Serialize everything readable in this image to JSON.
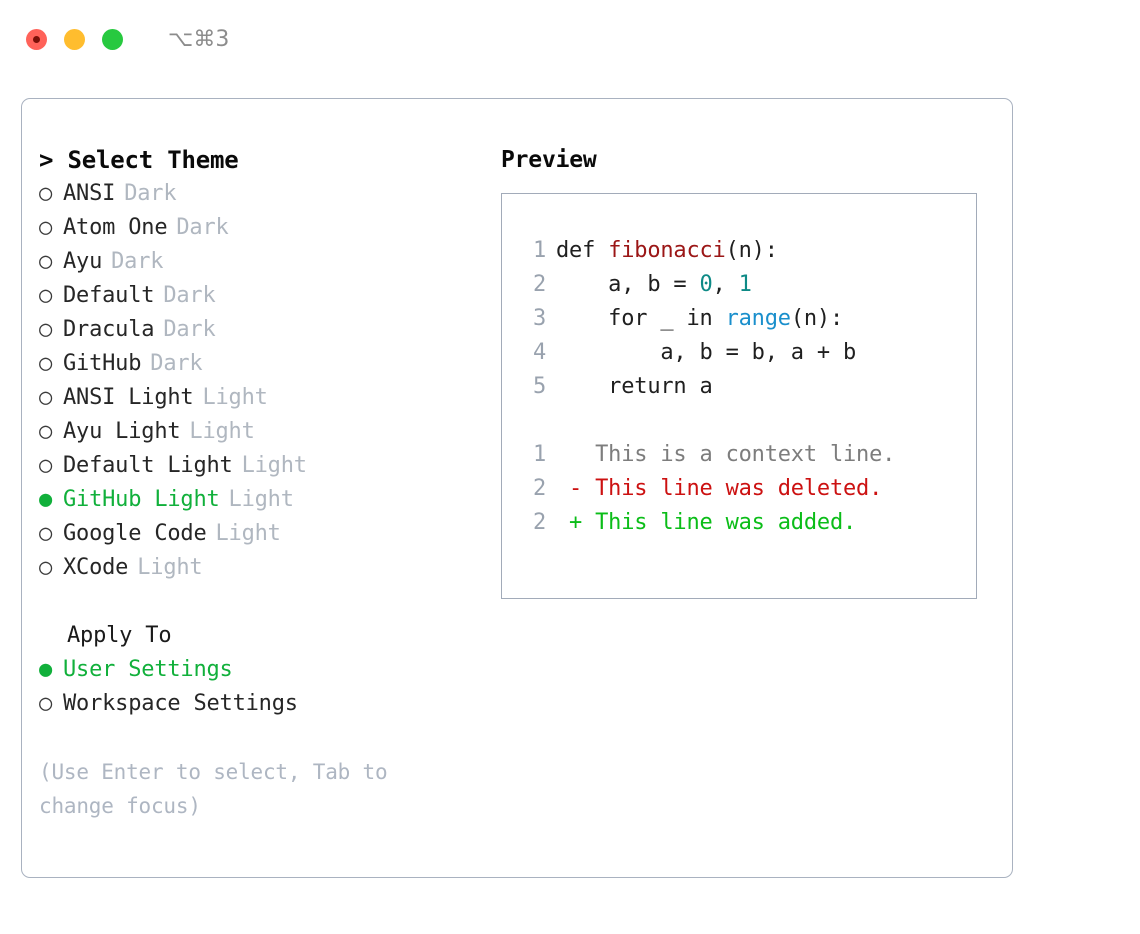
{
  "titlebar": {
    "traffic_lights": [
      "close-button",
      "minimize-button",
      "maximize-button"
    ],
    "shortcut": "⌥⌘3"
  },
  "left": {
    "heading": "> Select Theme",
    "themes": [
      {
        "name": "ANSI",
        "category": "Dark",
        "selected": false
      },
      {
        "name": "Atom One",
        "category": "Dark",
        "selected": false
      },
      {
        "name": "Ayu",
        "category": "Dark",
        "selected": false
      },
      {
        "name": "Default",
        "category": "Dark",
        "selected": false
      },
      {
        "name": "Dracula",
        "category": "Dark",
        "selected": false
      },
      {
        "name": "GitHub",
        "category": "Dark",
        "selected": false
      },
      {
        "name": "ANSI Light",
        "category": "Light",
        "selected": false
      },
      {
        "name": "Ayu Light",
        "category": "Light",
        "selected": false
      },
      {
        "name": "Default Light",
        "category": "Light",
        "selected": false
      },
      {
        "name": "GitHub Light",
        "category": "Light",
        "selected": true
      },
      {
        "name": "Google Code",
        "category": "Light",
        "selected": false
      },
      {
        "name": "XCode",
        "category": "Light",
        "selected": false
      }
    ],
    "apply_to_heading": "Apply To",
    "apply_to_options": [
      {
        "name": "User Settings",
        "selected": true
      },
      {
        "name": "Workspace Settings",
        "selected": false
      }
    ],
    "hint": "(Use Enter to select, Tab to change focus)",
    "radio_on_glyph": "●",
    "radio_off_glyph": "○"
  },
  "right": {
    "heading": "Preview",
    "code_lines": [
      {
        "no": "1",
        "tokens": [
          {
            "t": "def ",
            "c": "plain"
          },
          {
            "t": "fibonacci",
            "c": "fn"
          },
          {
            "t": "(n):",
            "c": "plain"
          }
        ]
      },
      {
        "no": "2",
        "tokens": [
          {
            "t": "    a, b = ",
            "c": "plain"
          },
          {
            "t": "0",
            "c": "num"
          },
          {
            "t": ", ",
            "c": "plain"
          },
          {
            "t": "1",
            "c": "num"
          }
        ]
      },
      {
        "no": "3",
        "tokens": [
          {
            "t": "    for _ in ",
            "c": "plain"
          },
          {
            "t": "range",
            "c": "call"
          },
          {
            "t": "(n):",
            "c": "plain"
          }
        ]
      },
      {
        "no": "4",
        "tokens": [
          {
            "t": "        a, b = b, a + b",
            "c": "plain"
          }
        ]
      },
      {
        "no": "5",
        "tokens": [
          {
            "t": "    return a",
            "c": "plain"
          }
        ]
      }
    ],
    "diff_lines": [
      {
        "no": "1",
        "text": "   This is a context line.",
        "kind": "ctx"
      },
      {
        "no": "2",
        "text": " - This line was deleted.",
        "kind": "del"
      },
      {
        "no": "2",
        "text": " + This line was added.",
        "kind": "add"
      }
    ]
  },
  "colors": {
    "accent_green": "#11b03b",
    "muted": "#b0b7c0",
    "border": "#a9b2c0",
    "fn_red": "#9b1616",
    "num_teal": "#0e8a86",
    "call_blue": "#1a8fcc",
    "diff_add": "#0bbd18",
    "diff_del": "#cc1111"
  }
}
